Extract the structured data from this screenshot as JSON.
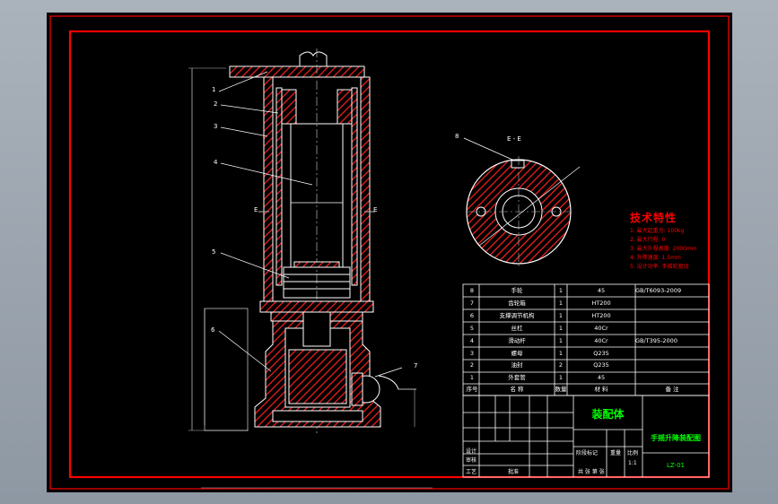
{
  "drawing": {
    "balloons": [
      "1",
      "2",
      "3",
      "4",
      "5",
      "6",
      "7"
    ],
    "section_letter": "E",
    "end_view_label": "E - E",
    "end_view_balloon": "8",
    "tech_requirements": {
      "title": "技术特性",
      "items": [
        "1. 最大起重力: 100kg",
        "2. 最大行程: 0",
        "3. 最大升程高度: 2000mm",
        "4. 升降速度: 1.5mm",
        "5. 设计功率: 手摇轮驱动"
      ]
    },
    "parts_list": {
      "rows": [
        {
          "no": "8",
          "name": "手轮",
          "qty": "1",
          "material": "45",
          "note": "GB/T6093-2009"
        },
        {
          "no": "7",
          "name": "齿轮箱",
          "qty": "1",
          "material": "HT200",
          "note": ""
        },
        {
          "no": "6",
          "name": "支撑调节机构",
          "qty": "1",
          "material": "HT200",
          "note": ""
        },
        {
          "no": "5",
          "name": "丝杠",
          "qty": "1",
          "material": "40Cr",
          "note": ""
        },
        {
          "no": "4",
          "name": "滑动杆",
          "qty": "1",
          "material": "40Cr",
          "note": "GB/T395-2000"
        },
        {
          "no": "3",
          "name": "螺母",
          "qty": "1",
          "material": "Q235",
          "note": ""
        },
        {
          "no": "2",
          "name": "油封",
          "qty": "2",
          "material": "Q235",
          "note": ""
        },
        {
          "no": "1",
          "name": "外套管",
          "qty": "1",
          "material": "45",
          "note": ""
        }
      ],
      "header": {
        "no": "序号",
        "name": "名 称",
        "qty": "数量",
        "material": "材 料",
        "note": "备 注"
      }
    },
    "title_block": {
      "assembly": "装配体",
      "title": "手摇升降装配图",
      "drawing_no": "LZ-01",
      "scale": "1:1",
      "sign_rows": [
        "设计",
        "审核",
        "工艺",
        "批准"
      ],
      "stage_label": "阶段标记",
      "weight_label": "重量",
      "ratio_label": "比例",
      "sheet_label": "共 张 第 张"
    }
  },
  "colors": {
    "frame": "#ff0000",
    "outline": "#ffffff",
    "hatch": "#ff2020",
    "grey": "#b8b8b8",
    "title_green": "#00ff00",
    "tech_red": "#ff0000",
    "paper": "#000000"
  }
}
